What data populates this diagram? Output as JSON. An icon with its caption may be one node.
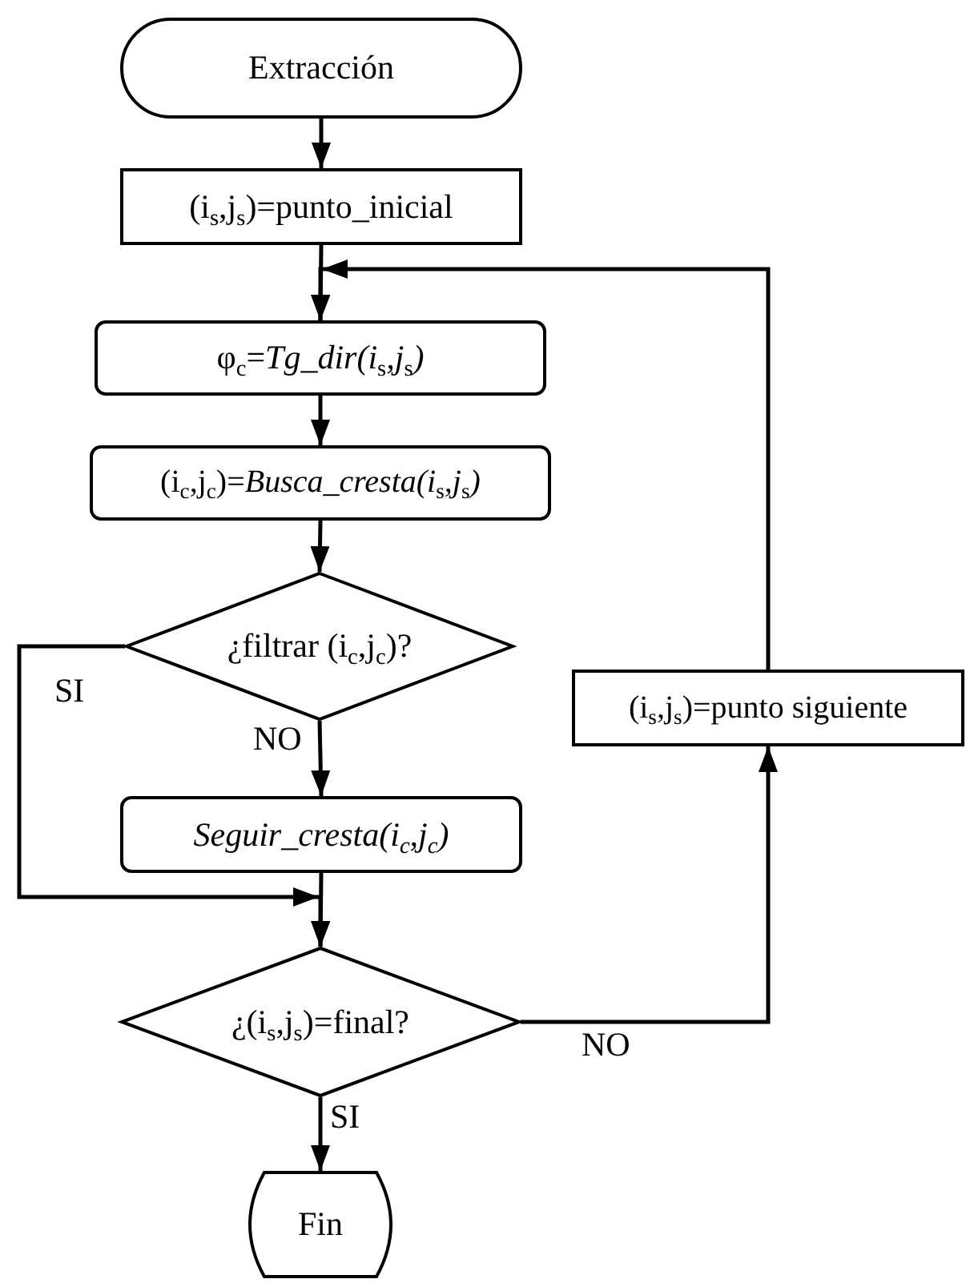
{
  "diagram": {
    "nodes": [
      {
        "text": [
          "Extracción"
        ]
      },
      {
        "text": [
          "(i$_{s}$,j$_{s}$)=punto_inicial"
        ]
      },
      {
        "text": [
          "φ$_{c}$=*Tg_dir(i*$_{s}$*,j*$_{s}$*)*"
        ]
      },
      {
        "text": [
          "(i$_{c}$,j$_{c}$)=*Busca_cresta(i*$_{s}$*,j*$_{s}$*)*"
        ]
      },
      {
        "text": [
          "¿filtrar (i$_{c}$,j$_{c}$)?"
        ]
      },
      {
        "text": [
          "Seguir_cresta(i$_{c}$,j$_{c}$)"
        ]
      },
      {
        "text": [
          "¿(i$_{s}$,j$_{s}$)=final?"
        ]
      },
      {
        "text": [
          "Fin"
        ]
      },
      {
        "text": [
          "(i$_{s}$,j$_{s}$)=punto siguiente"
        ]
      }
    ],
    "edges": [
      {
        "from": 0,
        "to": 1,
        "arrow": "to"
      },
      {
        "from": 1,
        "to": 2,
        "arrow": "to"
      },
      {
        "from": 2,
        "to": 3,
        "arrow": "to"
      },
      {
        "from": 3,
        "to": 4,
        "arrow": "to"
      },
      {
        "from": 4,
        "to": 5,
        "arrow": "to",
        "label": "NO"
      },
      {
        "from": 4,
        "to": 6,
        "arrow": "to",
        "label": "SI"
      },
      {
        "from": 5,
        "to": 6,
        "arrow": "to"
      },
      {
        "from": 6,
        "to": 7,
        "arrow": "to",
        "label": "SI"
      },
      {
        "from": 6,
        "to": 8,
        "arrow": "to",
        "label": "NO"
      },
      {
        "from": 8,
        "to": 2,
        "arrow": "to"
      }
    ]
  }
}
